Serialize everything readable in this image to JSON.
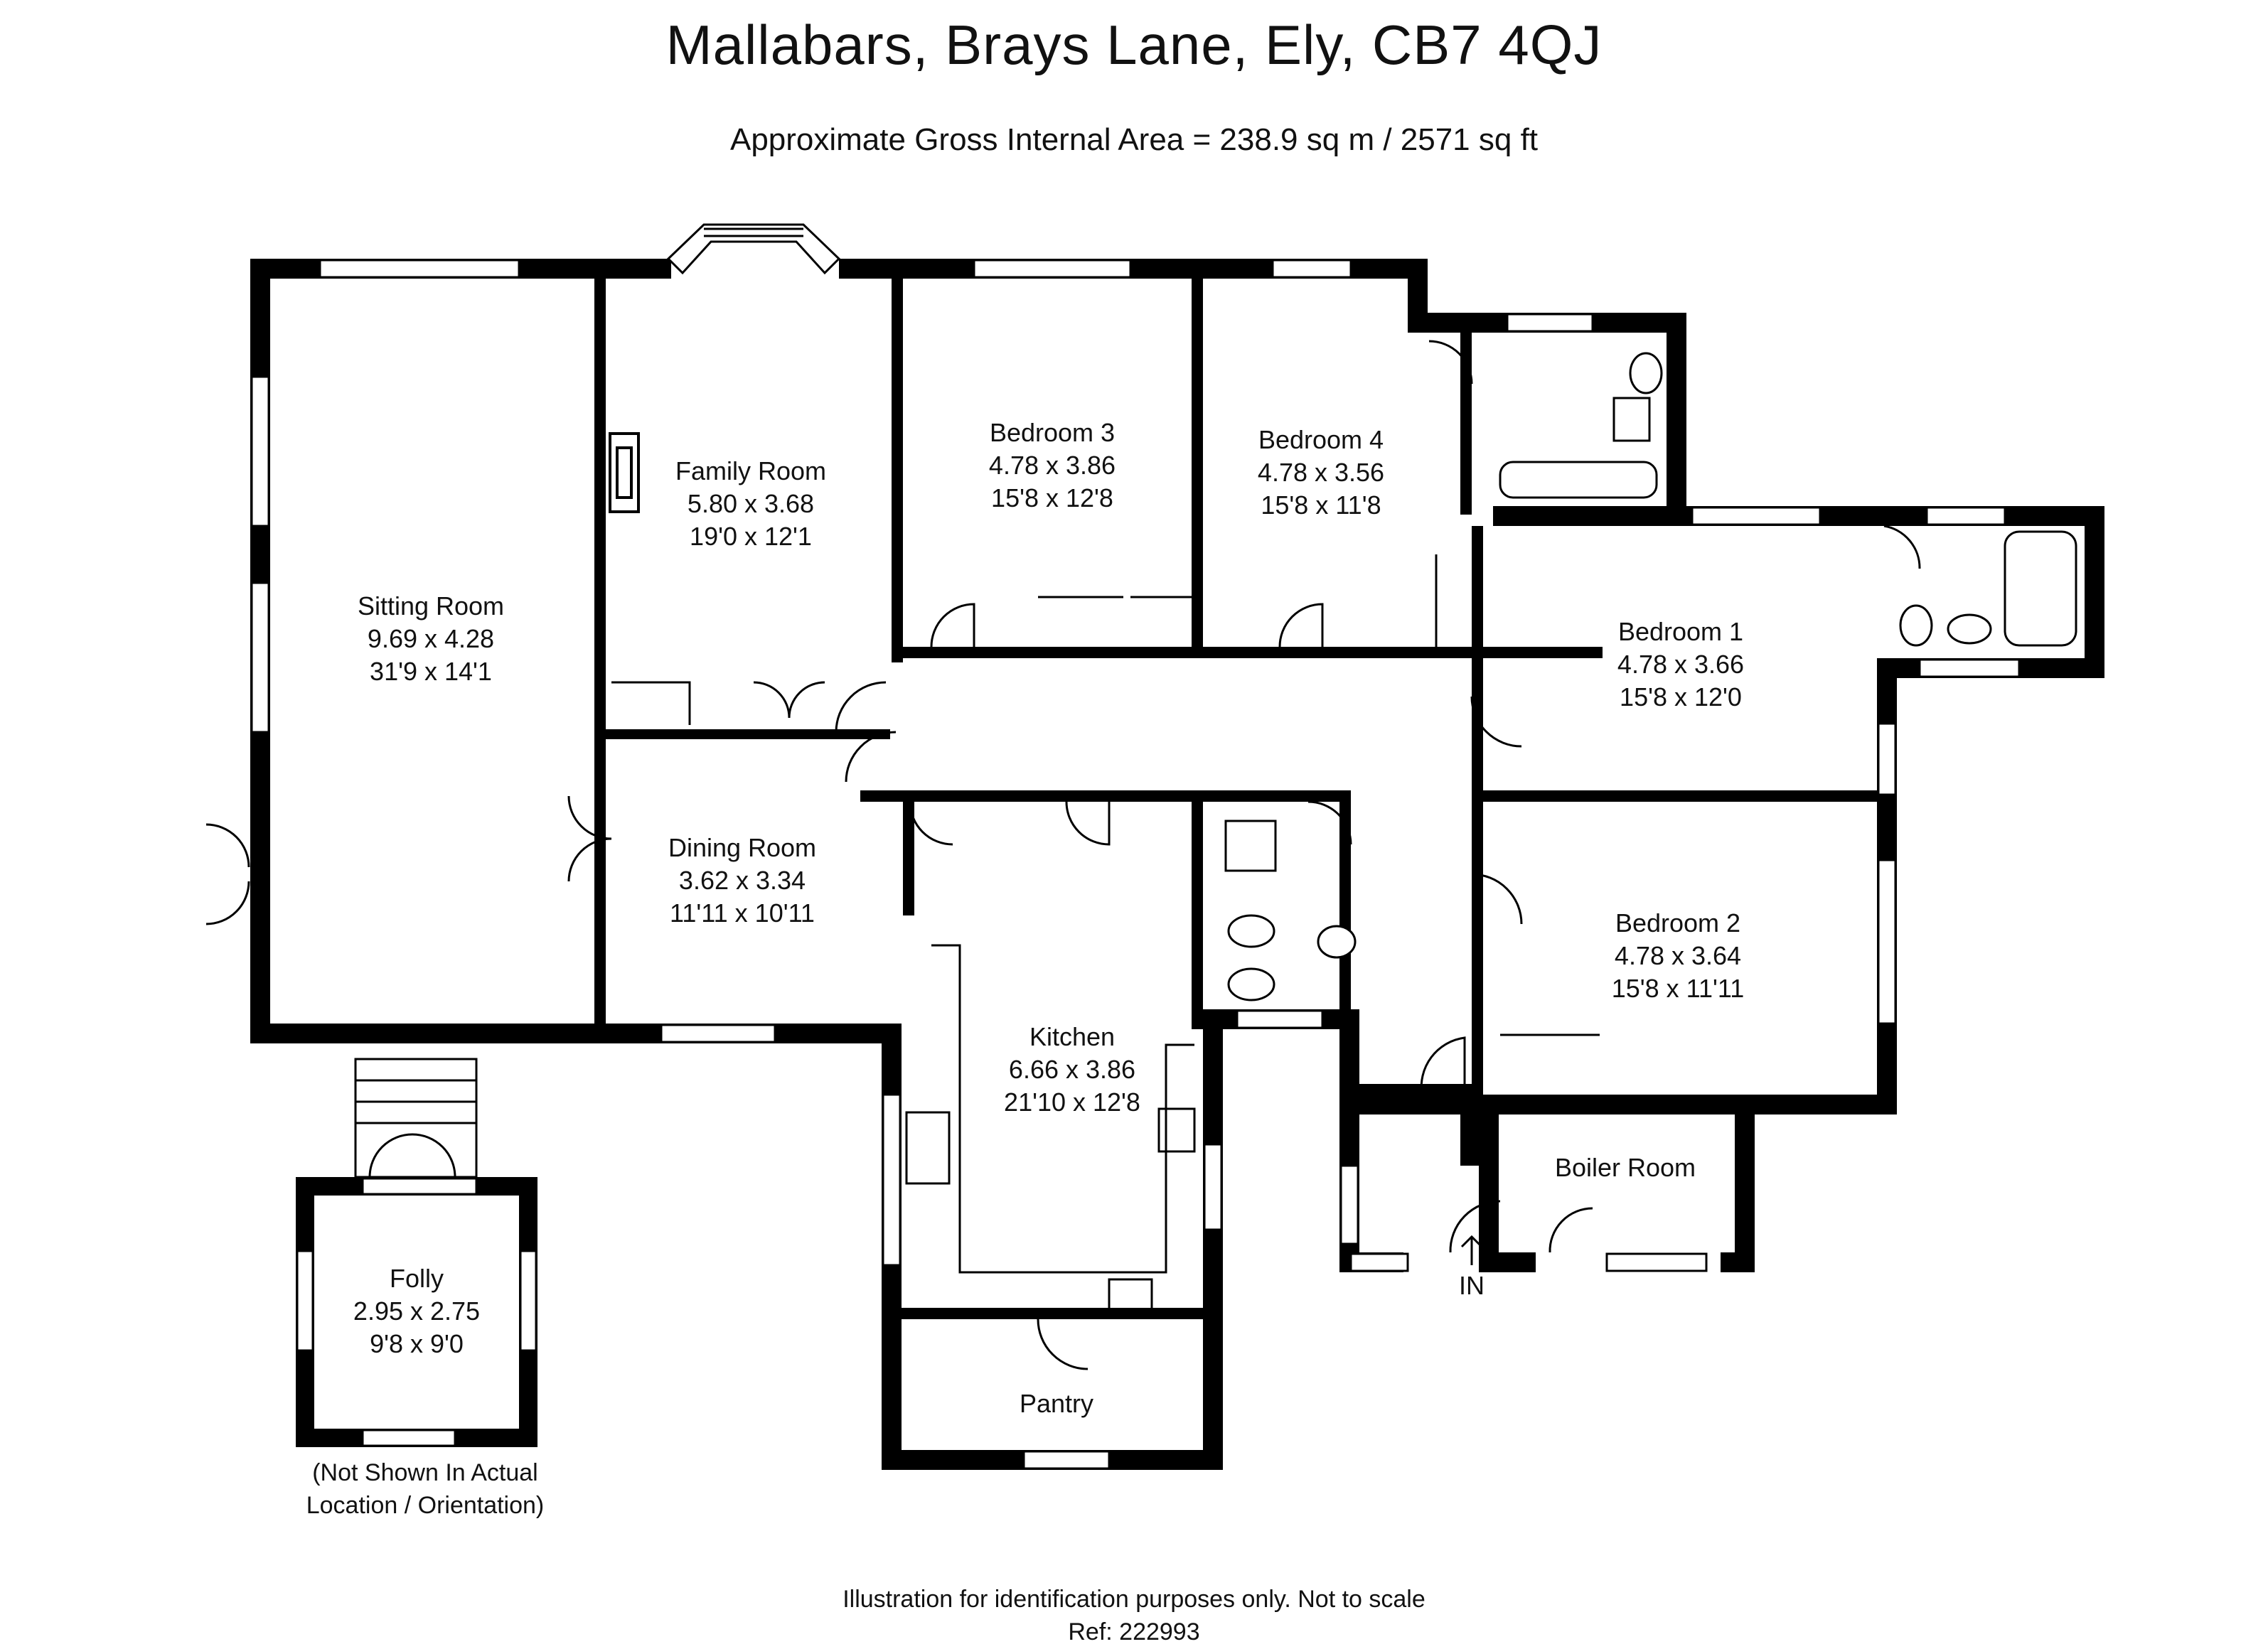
{
  "header": {
    "title": "Mallabars, Brays Lane, Ely, CB7 4QJ",
    "subtitle": "Approximate Gross Internal Area = 238.9 sq m / 2571 sq ft"
  },
  "rooms": {
    "sitting_room": {
      "name": "Sitting Room",
      "metric": "9.69 x 4.28",
      "imperial": "31'9 x 14'1"
    },
    "family_room": {
      "name": "Family Room",
      "metric": "5.80 x 3.68",
      "imperial": "19'0 x 12'1"
    },
    "bedroom_3": {
      "name": "Bedroom 3",
      "metric": "4.78 x 3.86",
      "imperial": "15'8 x 12'8"
    },
    "bedroom_4": {
      "name": "Bedroom 4",
      "metric": "4.78 x 3.56",
      "imperial": "15'8 x 11'8"
    },
    "bedroom_1": {
      "name": "Bedroom 1",
      "metric": "4.78 x 3.66",
      "imperial": "15'8 x 12'0"
    },
    "bedroom_2": {
      "name": "Bedroom 2",
      "metric": "4.78 x 3.64",
      "imperial": "15'8 x 11'11"
    },
    "dining_room": {
      "name": "Dining Room",
      "metric": "3.62 x 3.34",
      "imperial": "11'11 x 10'11"
    },
    "kitchen": {
      "name": "Kitchen",
      "metric": "6.66 x 3.86",
      "imperial": "21'10 x 12'8"
    },
    "pantry": {
      "name": "Pantry"
    },
    "boiler_room": {
      "name": "Boiler Room"
    },
    "folly": {
      "name": "Folly",
      "metric": "2.95 x 2.75",
      "imperial": "9'8 x 9'0"
    }
  },
  "entrance_label": "IN",
  "folly_note": {
    "line1": "(Not Shown In Actual",
    "line2": "Location / Orientation)"
  },
  "footer": {
    "disclaimer": "Illustration for identification purposes only. Not to scale",
    "reference": "Ref: 222993"
  },
  "colors": {
    "wall": "#000000",
    "background": "#ffffff",
    "fixture": "#111111"
  }
}
